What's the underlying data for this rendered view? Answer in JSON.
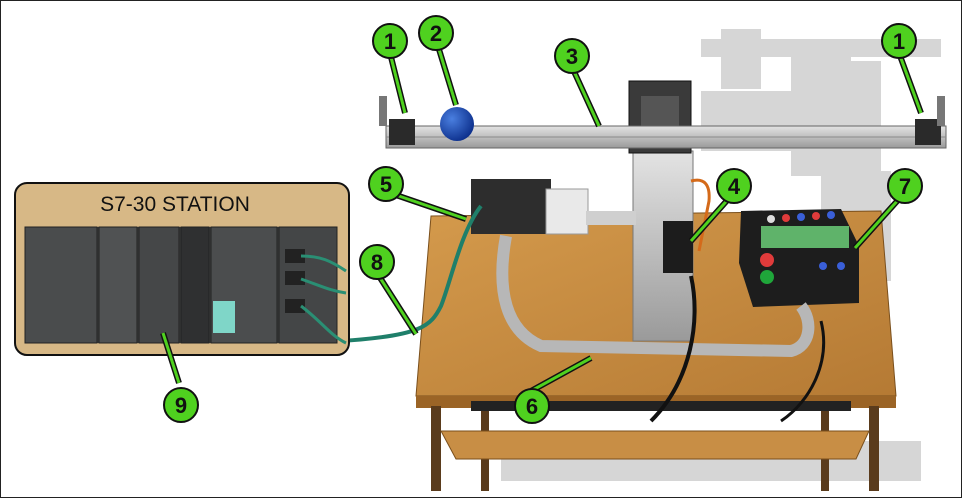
{
  "figure": {
    "inset_title": "S7-30 STATION",
    "callouts": [
      {
        "label": "1",
        "part": "end-stop-left"
      },
      {
        "label": "2",
        "part": "ball"
      },
      {
        "label": "3",
        "part": "beam"
      },
      {
        "label": "1",
        "part": "end-stop-right"
      },
      {
        "label": "4",
        "part": "servo"
      },
      {
        "label": "5",
        "part": "io-modules"
      },
      {
        "label": "6",
        "part": "ribbon-cable"
      },
      {
        "label": "7",
        "part": "control-box"
      },
      {
        "label": "8",
        "part": "network-cable"
      },
      {
        "label": "9",
        "part": "plc-station"
      }
    ],
    "colors": {
      "callout_fill": "#4fd11f",
      "callout_stroke": "#111111",
      "inset_bg": "#d7b886",
      "table_wood": "#c58b3f",
      "cable_green": "#1f7f6a"
    }
  }
}
